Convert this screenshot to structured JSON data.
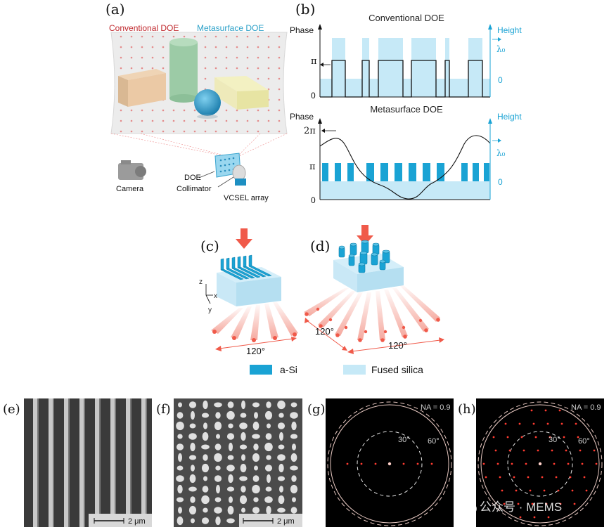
{
  "panel_labels": {
    "a": "(a)",
    "b": "(b)",
    "c": "(c)",
    "d": "(d)",
    "e": "(e)",
    "f": "(f)",
    "g": "(g)",
    "h": "(h)"
  },
  "panel_a": {
    "conventional_label": "Conventional DOE",
    "metasurface_label": "Metasurface DOE",
    "camera_label": "Camera",
    "doe_label": "DOE",
    "collimator_label": "Collimator",
    "vcsel_label": "VCSEL array"
  },
  "panel_b": {
    "top_title": "Conventional DOE",
    "bottom_title": "Metasurface DOE",
    "phase_label": "Phase",
    "height_label": "Height",
    "top_phase_ticks": [
      "π",
      "0"
    ],
    "top_height_ticks": [
      "λ₀",
      "0"
    ],
    "bottom_phase_ticks": [
      "2π",
      "π",
      "0"
    ],
    "bottom_height_ticks": [
      "λ₀",
      "0"
    ]
  },
  "panel_c": {
    "angle": "120°"
  },
  "panel_d": {
    "angle_side": "120°",
    "angle_bottom": "120°"
  },
  "axes": {
    "z": "z",
    "x": "x",
    "y": "y"
  },
  "legend": {
    "asi": "a-Si",
    "fused": "Fused silica"
  },
  "panel_e": {
    "scale": "2 μm"
  },
  "panel_f": {
    "scale": "2 μm"
  },
  "panel_g": {
    "na": "NA = 0.9",
    "angle30": "30°",
    "angle60": "60°"
  },
  "panel_h": {
    "na": "NA = 0.9",
    "angle30": "30°",
    "angle60": "60°"
  },
  "watermark": "公众号 · MEMS",
  "colors": {
    "asi": "#1aa3d4",
    "silica": "#c6e9f7",
    "conventional": "#c0282d",
    "metasurface": "#2aa0c8",
    "beam": "#f07a6a"
  }
}
